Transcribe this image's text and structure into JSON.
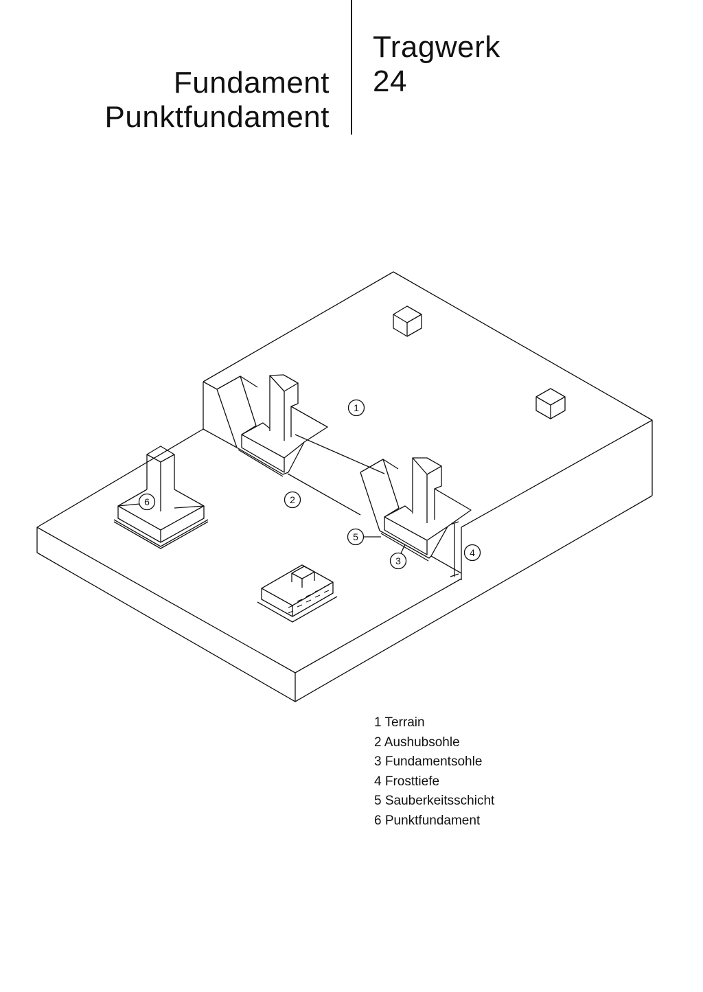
{
  "header": {
    "left_line1": "Fundament",
    "left_line2": "Punktfundament",
    "right_line1": "Tragwerk",
    "right_line2": "24"
  },
  "callouts": [
    "1",
    "2",
    "3",
    "4",
    "5",
    "6"
  ],
  "legend": [
    "1 Terrain",
    "2 Aushubsohle",
    "3 Fundamentsohle",
    "4 Frosttiefe",
    "5 Sauberkeitsschicht",
    "6 Punktfundament"
  ]
}
